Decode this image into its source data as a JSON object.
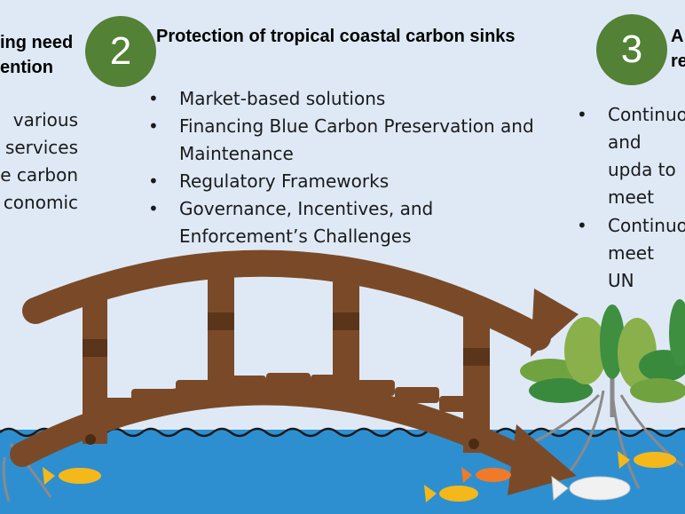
{
  "colors": {
    "background": "#dfe9f6",
    "water": "#2e8fd0",
    "bridge": "#7a4a28",
    "badge": "#538135",
    "fish_yellow": "#f4b81b",
    "fish_orange": "#f07a2a",
    "fish_white": "#f1f1f1"
  },
  "panel1": {
    "heading_lines": [
      "ing need",
      "ention"
    ],
    "body_lines": [
      "various",
      "services",
      "e carbon",
      "conomic"
    ]
  },
  "panel2": {
    "badge": "2",
    "heading": "Protection of tropical coastal carbon sinks",
    "bullets": [
      "Market-based solutions",
      "Financing Blue Carbon Preservation and Maintenance",
      "Regulatory Frameworks",
      "Governance, Incentives, and Enforcement’s Challenges"
    ]
  },
  "panel3": {
    "badge": "3",
    "heading_lines": [
      "A",
      "re"
    ],
    "bullets": [
      "Continuo and upda to meet",
      "Continuo meet UN"
    ]
  },
  "icons": [
    "bridge-icon",
    "arrow-icon",
    "mangrove-icon",
    "fish-icon",
    "wave-icon"
  ]
}
